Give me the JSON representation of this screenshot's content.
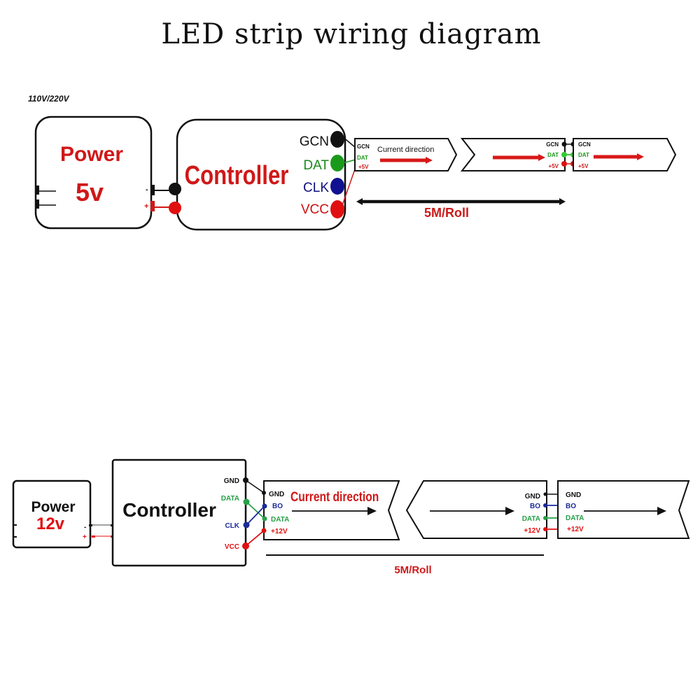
{
  "title": "LED strip wiring diagram",
  "colors": {
    "black": "#111111",
    "red": "#e01010",
    "dark_red": "#cc1a1a",
    "green": "#1a9a1a",
    "bright_green": "#22b14c",
    "blue": "#101090",
    "label_green": "#27a048",
    "label_blue": "#1a2a9a"
  },
  "diagram_5v": {
    "mains_label": "110V/220V",
    "power": {
      "title": "Power",
      "voltage": "5v",
      "minus": "-",
      "plus": "+"
    },
    "controller": {
      "title": "Controller",
      "pins": [
        {
          "label": "GCN",
          "color": "black"
        },
        {
          "label": "DAT",
          "color": "green"
        },
        {
          "label": "CLK",
          "color": "blue"
        },
        {
          "label": "VCC",
          "color": "red"
        }
      ]
    },
    "strip": {
      "input_pins": [
        "GCN",
        "DAT",
        "+5V"
      ],
      "current_direction": "Current direction",
      "segment_left_pins": [
        "GCN",
        "DAT",
        "+5V"
      ],
      "segment_right_pins": [
        "GCN",
        "DAT",
        "+5V"
      ]
    },
    "length_label": "5M/Roll"
  },
  "diagram_12v": {
    "power": {
      "title": "Power",
      "voltage": "12v",
      "minus": "-",
      "plus": "+"
    },
    "controller": {
      "title": "Controller",
      "pins": [
        {
          "label": "GND",
          "color": "black"
        },
        {
          "label": "DATA",
          "color": "green"
        },
        {
          "label": "CLK",
          "color": "blue"
        },
        {
          "label": "VCC",
          "color": "red"
        }
      ]
    },
    "strip": {
      "input_pins": [
        "GND",
        "BO",
        "DATA",
        "+12V"
      ],
      "current_direction": "Current direction",
      "segment_left_pins": [
        "GND",
        "BO",
        "DATA",
        "+12V"
      ],
      "segment_right_pins": [
        "GND",
        "BO",
        "DATA",
        "+12V"
      ]
    },
    "length_label": "5M/Roll"
  }
}
